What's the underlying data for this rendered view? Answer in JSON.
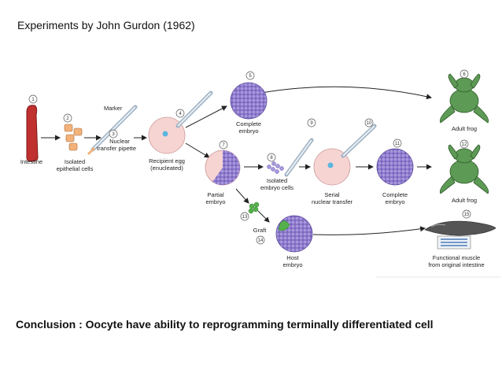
{
  "title": "Experiments by John Gurdon (1962)",
  "conclusion": "Conclusion : Oocyte have ability to reprogramming terminally differentiated cell",
  "diagram": {
    "steps": [
      {
        "n": "1",
        "label": [
          "Intestine"
        ]
      },
      {
        "n": "2",
        "label": [
          "Isolated",
          "epithelial cells"
        ]
      },
      {
        "n": "3",
        "label": [
          "Nuclear",
          "transfer pipette"
        ]
      },
      {
        "n": "4",
        "label": [
          "Recipient egg",
          "(enucleated)"
        ]
      },
      {
        "n": "5",
        "label": [
          "Complete",
          "embryo"
        ]
      },
      {
        "n": "6",
        "label": [
          "Adult frog"
        ]
      },
      {
        "n": "7",
        "label": [
          "Partial",
          "embryo"
        ]
      },
      {
        "n": "8",
        "label": [
          "Isolated",
          "embryo cells"
        ]
      },
      {
        "n": "9",
        "label": []
      },
      {
        "n": "10",
        "label": [
          "Serial",
          "nuclear transfer"
        ]
      },
      {
        "n": "11",
        "label": [
          "Complete",
          "embryo"
        ]
      },
      {
        "n": "12",
        "label": [
          "Adult frog"
        ]
      },
      {
        "n": "13",
        "label": [
          "Graft"
        ]
      },
      {
        "n": "14",
        "label": []
      },
      {
        "n": "15",
        "label": [
          "Functional muscle",
          "from original intestine"
        ]
      },
      {
        "n": "",
        "label": [
          "Host",
          "embryo"
        ]
      }
    ],
    "marker_label": "Marker",
    "colors": {
      "embryo": "#8d7ac8",
      "egg": "#f6d4d2",
      "frog": "#5d9a55",
      "intestine": "#c0302f",
      "graft": "#55b04c"
    }
  }
}
